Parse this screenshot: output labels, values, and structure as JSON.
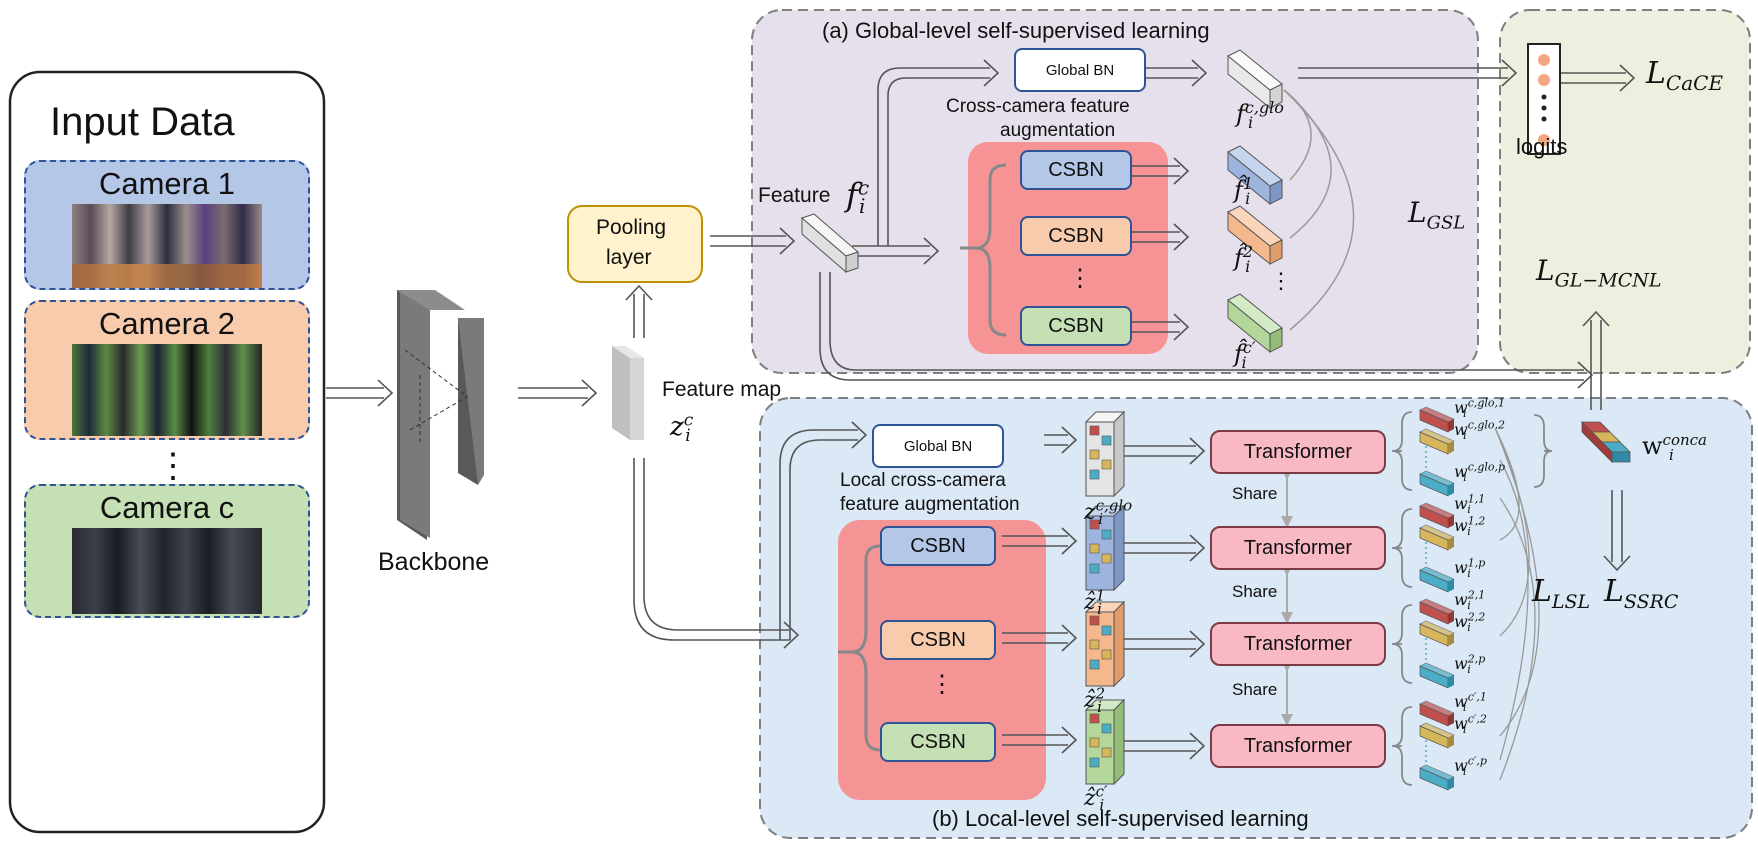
{
  "input": {
    "title": "Input Data",
    "cameras": [
      {
        "label": "Camera 1",
        "color": "#b4c7e7"
      },
      {
        "label": "Camera 2",
        "color": "#f8cbad"
      },
      {
        "label": "Camera c",
        "color": "#c5e0b4"
      }
    ],
    "ellipsis": "⋮"
  },
  "backbone": {
    "label": "Backbone"
  },
  "pooling": {
    "line1": "Pooling",
    "line2": "layer"
  },
  "feature_map": {
    "label": "Feature map",
    "symbol": "z",
    "sup": "c",
    "sub": "i"
  },
  "feature": {
    "label": "Feature",
    "symbol": "f",
    "sup": "c",
    "sub": "i"
  },
  "global_section": {
    "title": "(a) Global-level self-supervised learning",
    "global_bn": "Global BN",
    "aug_line1": "Cross-camera feature",
    "aug_line2": "augmentation",
    "csbn": [
      "CSBN",
      "CSBN",
      "CSBN"
    ],
    "ellipsis": "⋮",
    "features": [
      {
        "symbol": "f",
        "sup": "c,glo",
        "sub": "i"
      },
      {
        "symbol": "f̂",
        "sup": "1",
        "sub": "i"
      },
      {
        "symbol": "f̂",
        "sup": "2",
        "sub": "i"
      },
      {
        "symbol": "f̂",
        "sup": "c′",
        "sub": "i"
      }
    ],
    "loss": {
      "symbol": "L",
      "sub": "GSL"
    }
  },
  "logits": {
    "label": "logits",
    "loss": {
      "symbol": "L",
      "sub": "CaCE"
    }
  },
  "gl_loss": {
    "symbol": "L",
    "sub": "GL−MCNL"
  },
  "local_section": {
    "title": "(b) Local-level self-supervised learning",
    "global_bn": "Global BN",
    "aug_line1": "Local cross-camera",
    "aug_line2": "feature augmentation",
    "csbn": [
      "CSBN",
      "CSBN",
      "CSBN"
    ],
    "ellipsis": "⋮",
    "maps": [
      {
        "symbol": "z",
        "sup": "c,glo",
        "sub": "i"
      },
      {
        "symbol": "ẑ",
        "sup": "1",
        "sub": "i"
      },
      {
        "symbol": "ẑ",
        "sup": "2",
        "sub": "i"
      },
      {
        "symbol": "ẑ",
        "sup": "c′",
        "sub": "i"
      }
    ],
    "transformer": [
      "Transformer",
      "Transformer",
      "Transformer",
      "Transformer"
    ],
    "share": [
      "Share",
      "Share",
      "Share"
    ],
    "tokens": [
      {
        "sym": "w",
        "sups": [
          "c,glo,1",
          "c,glo,2",
          "c,glo,p"
        ]
      },
      {
        "sym": "w",
        "sups": [
          "1,1",
          "1,2",
          "1,p"
        ]
      },
      {
        "sym": "w",
        "sups": [
          "2,1",
          "2,2",
          "2,p"
        ]
      },
      {
        "sym": "w",
        "sups": [
          "c′,1",
          "c′,2",
          "c′,p"
        ]
      }
    ],
    "token_sub": "i",
    "concat": {
      "symbol": "w",
      "sup": "conca",
      "sub": "i"
    },
    "loss_lsl": {
      "symbol": "L",
      "sub": "LSL"
    },
    "loss_ssrc": {
      "symbol": "L",
      "sub": "SSRC"
    }
  },
  "colors": {
    "camera_border": "#2f5496",
    "global_panel": "#e6e0ec",
    "local_panel": "#dbe8f5",
    "loss_panel": "#ebf1de",
    "csbn_panel": "#f78b8b",
    "transformer": "#f8b8c4",
    "pooling": "#fff2cc",
    "csbn_blue": "#b4c7e7",
    "csbn_orange": "#f8cbad",
    "csbn_green": "#c5e0b4",
    "token_red": "#c0504d",
    "token_yellow": "#d6b65a",
    "token_teal": "#4bacc6"
  }
}
